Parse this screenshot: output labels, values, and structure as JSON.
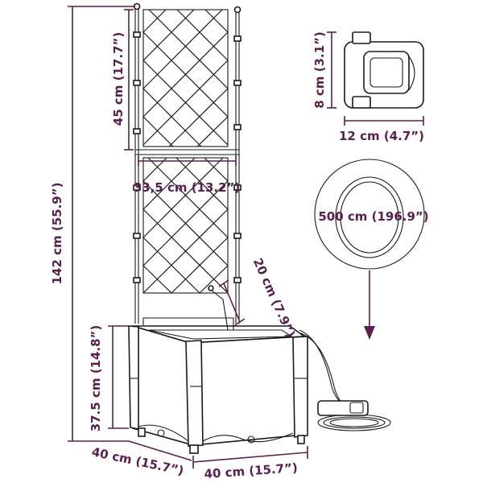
{
  "dimensions": {
    "total_height": "142 cm (55.9”)",
    "trellis_top_height": "45 cm (17.7”)",
    "trellis_width": "33,5 cm (13.2”)",
    "pipe_height": "20 cm (7.9”)",
    "pot_height": "37.5 cm (14.8”)",
    "pot_depth": "40 cm (15.7”)",
    "pot_width": "40 cm (15.7”)",
    "timer_height": "8 cm (3.1”)",
    "timer_width": "12 cm (4.7”)",
    "hose_length": "500 cm (196.9”)"
  },
  "colors": {
    "dimension": "#5a1f4f",
    "outline": "#1a1a1a",
    "background": "#ffffff"
  },
  "icons": {
    "arrow": "down-arrow-icon"
  }
}
